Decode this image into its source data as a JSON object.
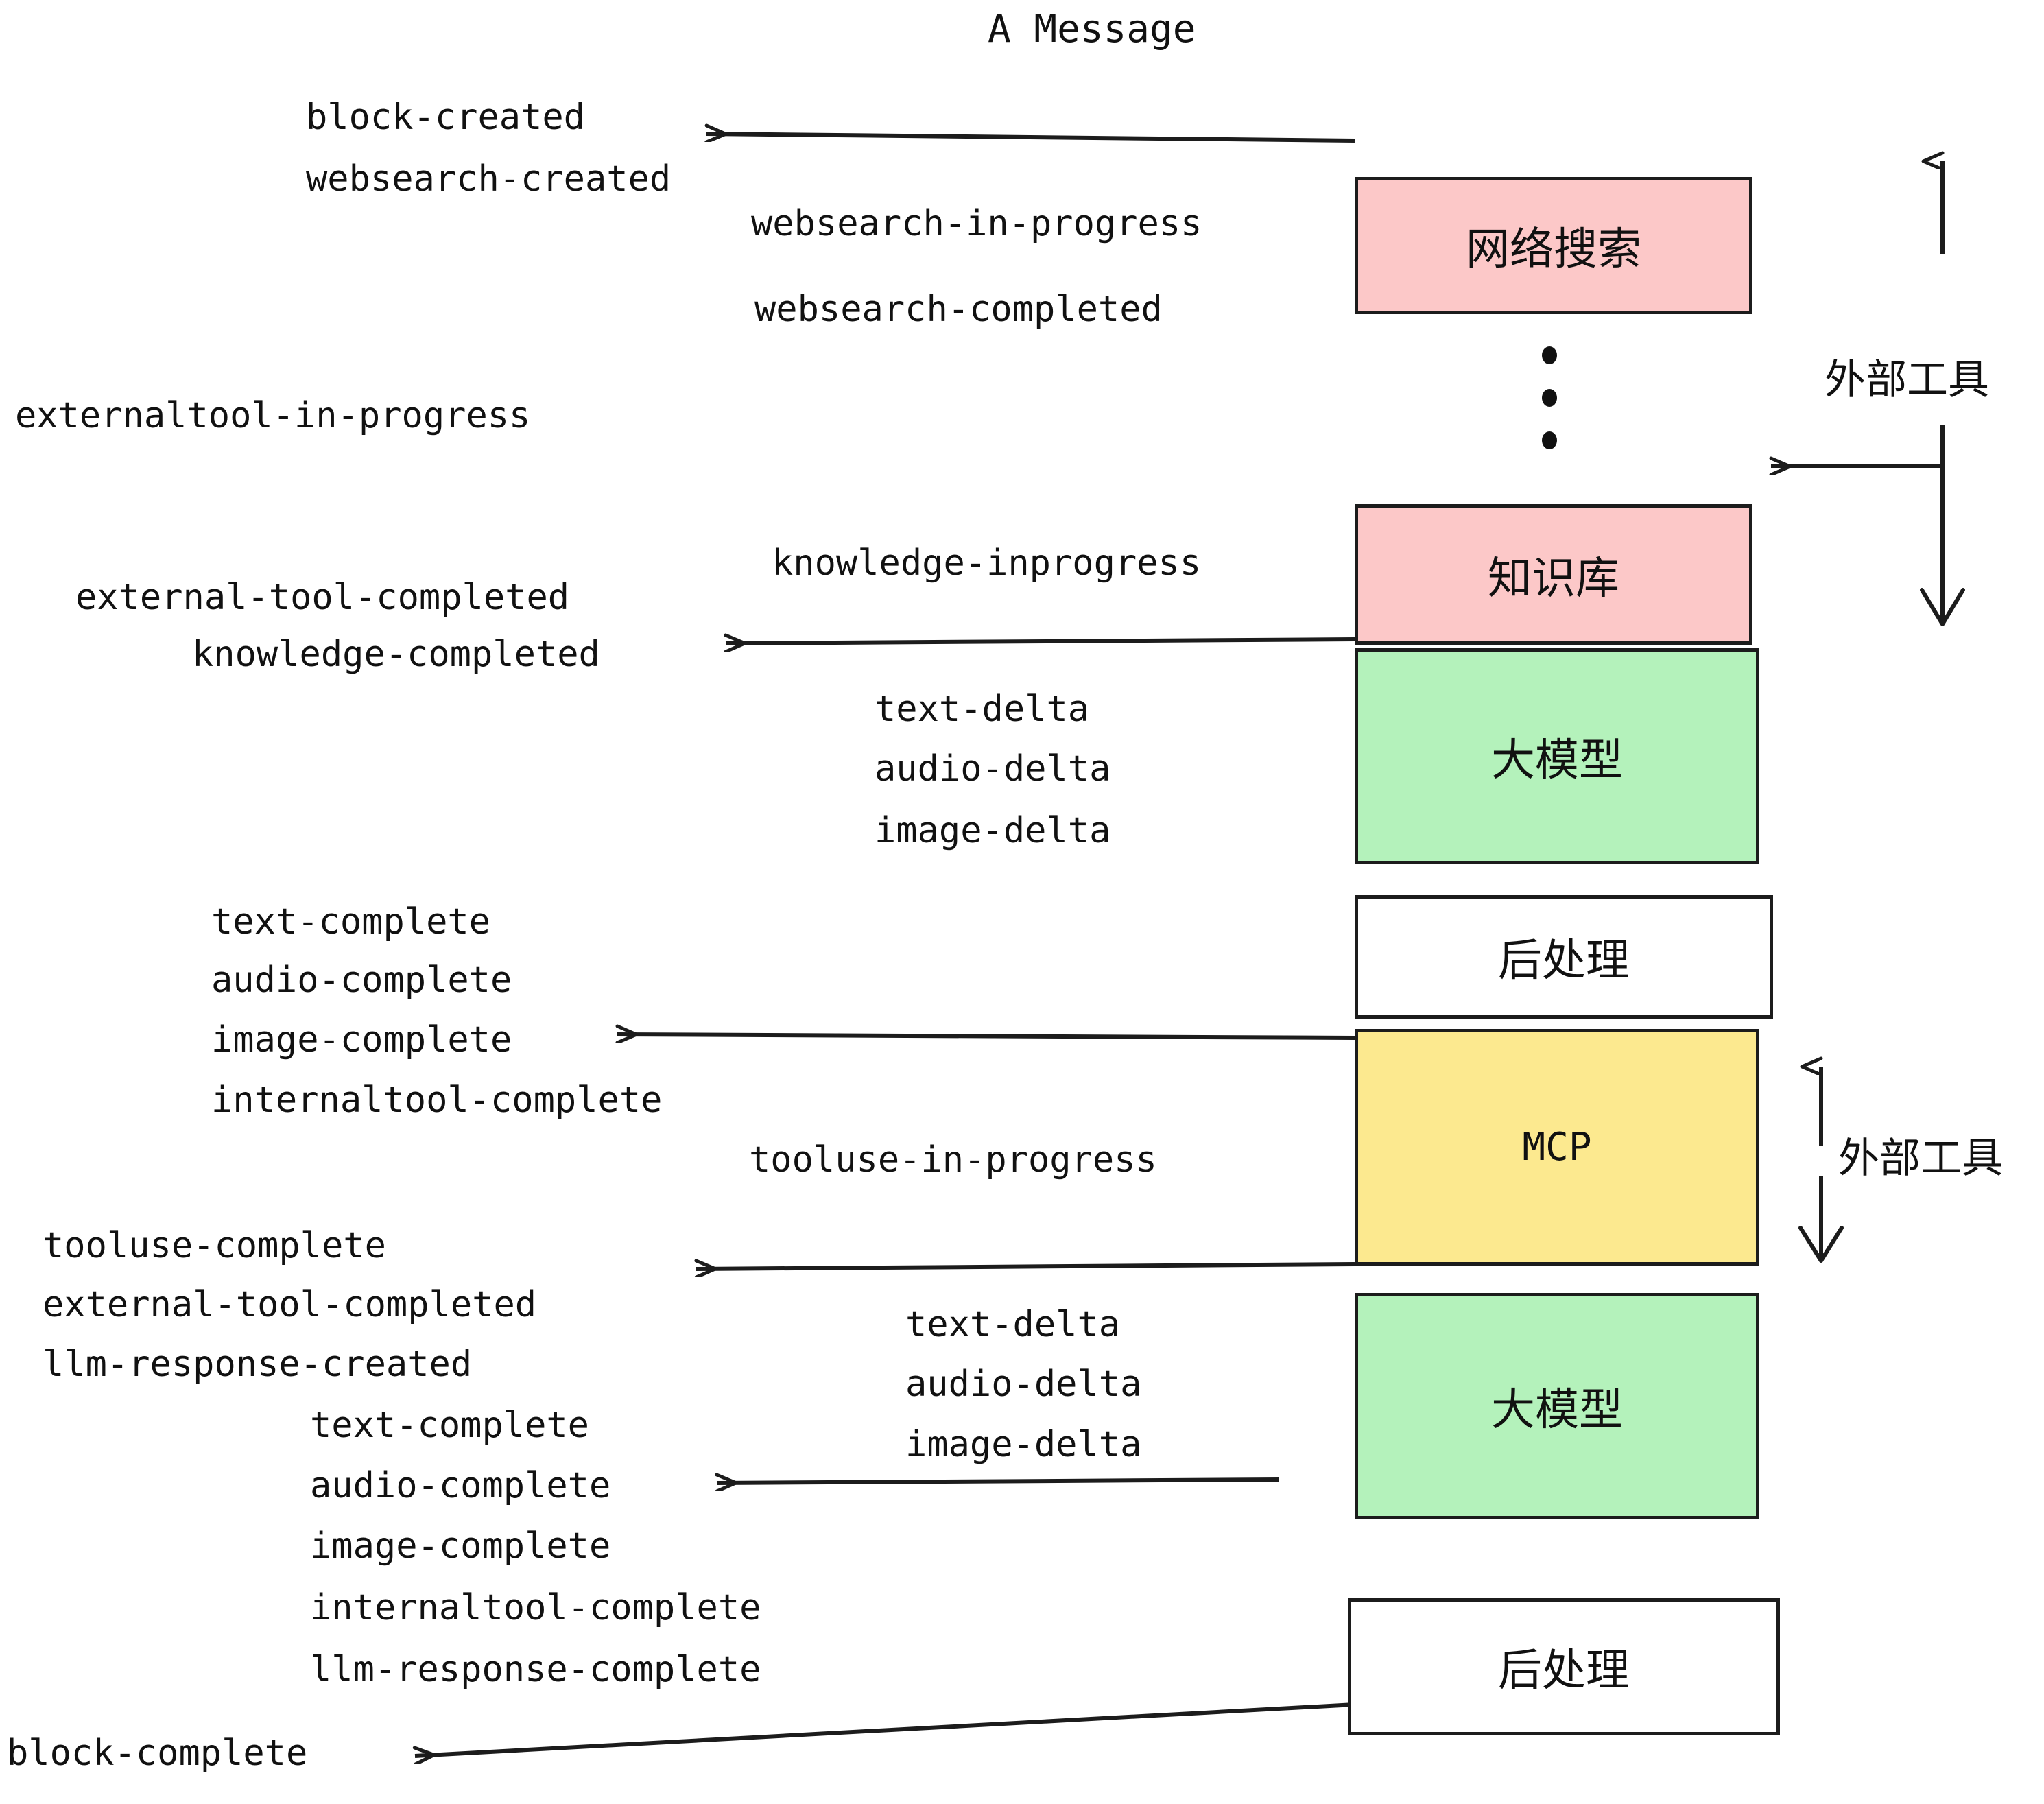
{
  "title": "A Message",
  "colors": {
    "pink": "#FCC8C8",
    "green": "#B4F2BB",
    "yellow": "#FCE98F",
    "white": "#FFFFFF",
    "stroke": "#1C1C1C",
    "text": "#111111"
  },
  "boxes": [
    {
      "label": "网络搜索",
      "fill": "#FCC8C8",
      "kind": "cjk"
    },
    {
      "label": "知识库",
      "fill": "#FCC8C8",
      "kind": "cjk"
    },
    {
      "label": "大模型",
      "fill": "#B4F2BB",
      "kind": "cjk"
    },
    {
      "label": "后处理",
      "fill": "#FFFFFF",
      "kind": "cjk"
    },
    {
      "label": "MCP",
      "fill": "#FCE98F",
      "kind": "latin"
    },
    {
      "label": "大模型",
      "fill": "#B4F2BB",
      "kind": "cjk"
    },
    {
      "label": "后处理",
      "fill": "#FFFFFF",
      "kind": "cjk"
    }
  ],
  "events": [
    {
      "text": "block-created"
    },
    {
      "text": "websearch-created"
    },
    {
      "text": "websearch-in-progress"
    },
    {
      "text": "websearch-completed"
    },
    {
      "text": "externaltool-in-progress"
    },
    {
      "text": "knowledge-inprogress"
    },
    {
      "text": "external-tool-completed"
    },
    {
      "text": "knowledge-completed"
    },
    {
      "text": "text-delta"
    },
    {
      "text": "audio-delta"
    },
    {
      "text": "image-delta"
    },
    {
      "text": "text-complete"
    },
    {
      "text": "audio-complete"
    },
    {
      "text": "image-complete"
    },
    {
      "text": "internaltool-complete"
    },
    {
      "text": "tooluse-in-progress"
    },
    {
      "text": "tooluse-complete"
    },
    {
      "text": "external-tool-completed"
    },
    {
      "text": "llm-response-created"
    },
    {
      "text": "text-complete"
    },
    {
      "text": "audio-complete"
    },
    {
      "text": "image-complete"
    },
    {
      "text": "internaltool-complete"
    },
    {
      "text": "llm-response-complete"
    },
    {
      "text": "block-complete"
    },
    {
      "text": "text-delta"
    },
    {
      "text": "audio-delta"
    },
    {
      "text": "image-delta"
    }
  ],
  "annotations": [
    {
      "text": "外部工具"
    },
    {
      "text": "外部工具"
    }
  ],
  "ellipsis": {
    "count": 3
  }
}
